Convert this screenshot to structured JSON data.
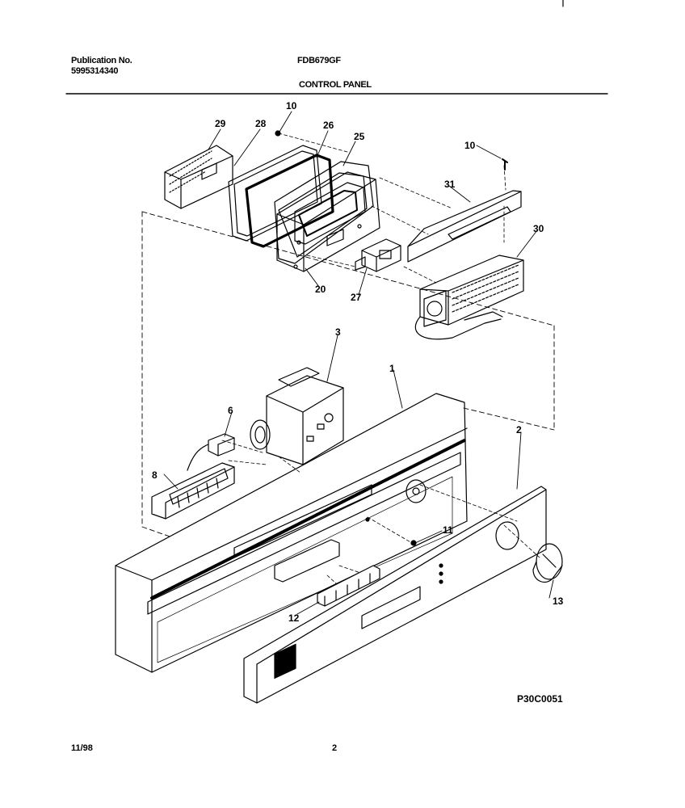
{
  "header": {
    "publication_label": "Publication No.",
    "publication_number": "5995314340",
    "model": "FDB679GF",
    "section_title": "CONTROL PANEL"
  },
  "callouts": [
    "29",
    "28",
    "10",
    "26",
    "25",
    "10",
    "31",
    "30",
    "20",
    "27",
    "3",
    "1",
    "6",
    "8",
    "2",
    "11",
    "13",
    "12"
  ],
  "footer": {
    "date": "11/98",
    "page": "2",
    "drawing_code": "P30C0051"
  }
}
